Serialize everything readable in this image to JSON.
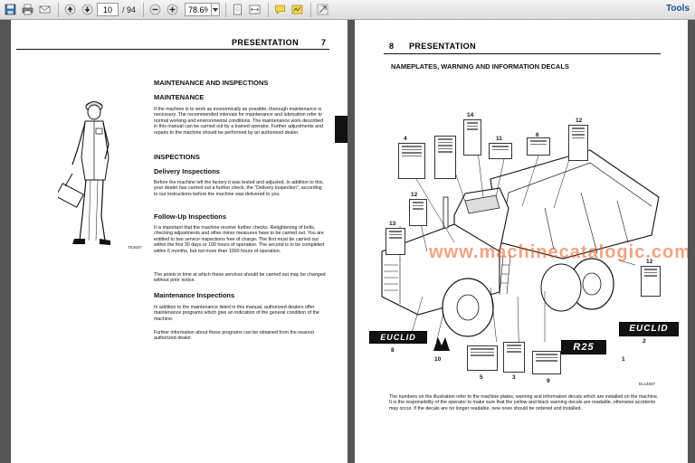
{
  "toolbar": {
    "current_page": "10",
    "page_total": "/ 94",
    "zoom": "78.6%",
    "tools_label": "Tools"
  },
  "left_page": {
    "header_title": "PRESENTATION",
    "page_number": "7",
    "figure_code": "TE4607",
    "section_title": "MAINTENANCE AND INSPECTIONS",
    "maintenance_heading": "MAINTENANCE",
    "maintenance_text": "If the machine is to work as economically as possible, thorough maintenance is necessary. The recommended intervals for maintenance and lubrication refer to normal working and environmental conditions. The maintenance work described in this manual can be carried out by a trained operator. Further adjustments and repairs to the machine should be performed by an authorized dealer.",
    "inspections_heading": "INSPECTIONS",
    "delivery_heading": "Delivery Inspections",
    "delivery_text": "Before the machine left the factory it was tested and adjusted. In addition to this, your dealer has carried out a further check, the \"Delivery Inspection\", according to our instructions before the machine was delivered to you.",
    "followup_heading": "Follow-Up Inspections",
    "followup_text_1": "It is important that the machine receive further checks. Retightening of bolts, checking adjustments and other minor measures have to be carried out. You are entitled to two service inspections free of charge. The first must be carried out within the first 30 days or 100 hours of operation. The second is to be completed within 6 months, but not more than 1000 hours of operation.",
    "followup_text_2": "The points in time at which these services should be carried out may be changed without prior notice.",
    "maintenance_insp_heading": "Maintenance Inspections",
    "maintenance_insp_text_1": "In addition to the maintenance listed in this manual, authorized dealers offer maintenance programs which give an indication of the general condition of the machine.",
    "maintenance_insp_text_2": "Further information about these programs can be obtained from the nearest authorized dealer."
  },
  "right_page": {
    "page_number": "8",
    "header_title": "PRESENTATION",
    "section_title": "NAMEPLATES, WARNING AND INFORMATION DECALS",
    "watermark": "www.machinecatalogic.com",
    "figure_code": "EL14657",
    "brand_plate": "EUCLID",
    "model_plate": "R25",
    "callouts": [
      "1",
      "2",
      "3",
      "4",
      "5",
      "6",
      "8",
      "9",
      "10",
      "11",
      "12",
      "12",
      "12",
      "13",
      "14"
    ],
    "footer_text": "The numbers on the illustration refer to the machine plates, warning and information decals which are installed on the machine. It is the responsibility of the operator to make sure that the yellow and black warning decals are readable, otherwise accidents may occur. If the decals are no longer readable, new ones should be ordered and installed."
  },
  "icons": [
    "save-icon",
    "print-icon",
    "email-icon",
    "arrow-up-icon",
    "arrow-down-icon",
    "zoom-out-icon",
    "zoom-in-icon",
    "fit-page-icon",
    "fit-width-icon",
    "comment-icon",
    "sign-icon",
    "expand-icon"
  ]
}
